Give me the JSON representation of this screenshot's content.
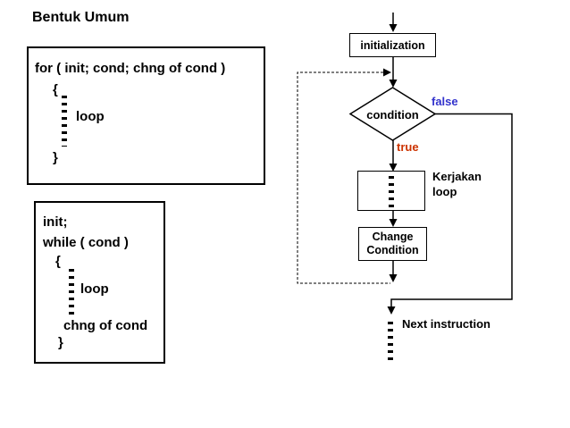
{
  "page": {
    "title": "Bentuk Umum"
  },
  "for_box": {
    "statement": "for ( init; cond; chng of cond )",
    "open_brace": "{",
    "loop_label": "loop",
    "close_brace": "}"
  },
  "while_box": {
    "init_line": "init;",
    "while_line": "while ( cond )",
    "open_brace": "{",
    "loop_label": "loop",
    "change_line": "chng of cond",
    "close_brace": "}"
  },
  "flowchart": {
    "initialization_label": "initialization",
    "condition_label": "condition",
    "false_label": "false",
    "true_label": "true",
    "kerjakan_line1": "Kerjakan",
    "kerjakan_line2": "loop",
    "change_box_line1": "Change",
    "change_box_line2": "Condition",
    "next_instruction_label": "Next instruction",
    "colors": {
      "false_color": "#3333cc",
      "true_color": "#cc3300",
      "line_color": "#000000"
    }
  }
}
